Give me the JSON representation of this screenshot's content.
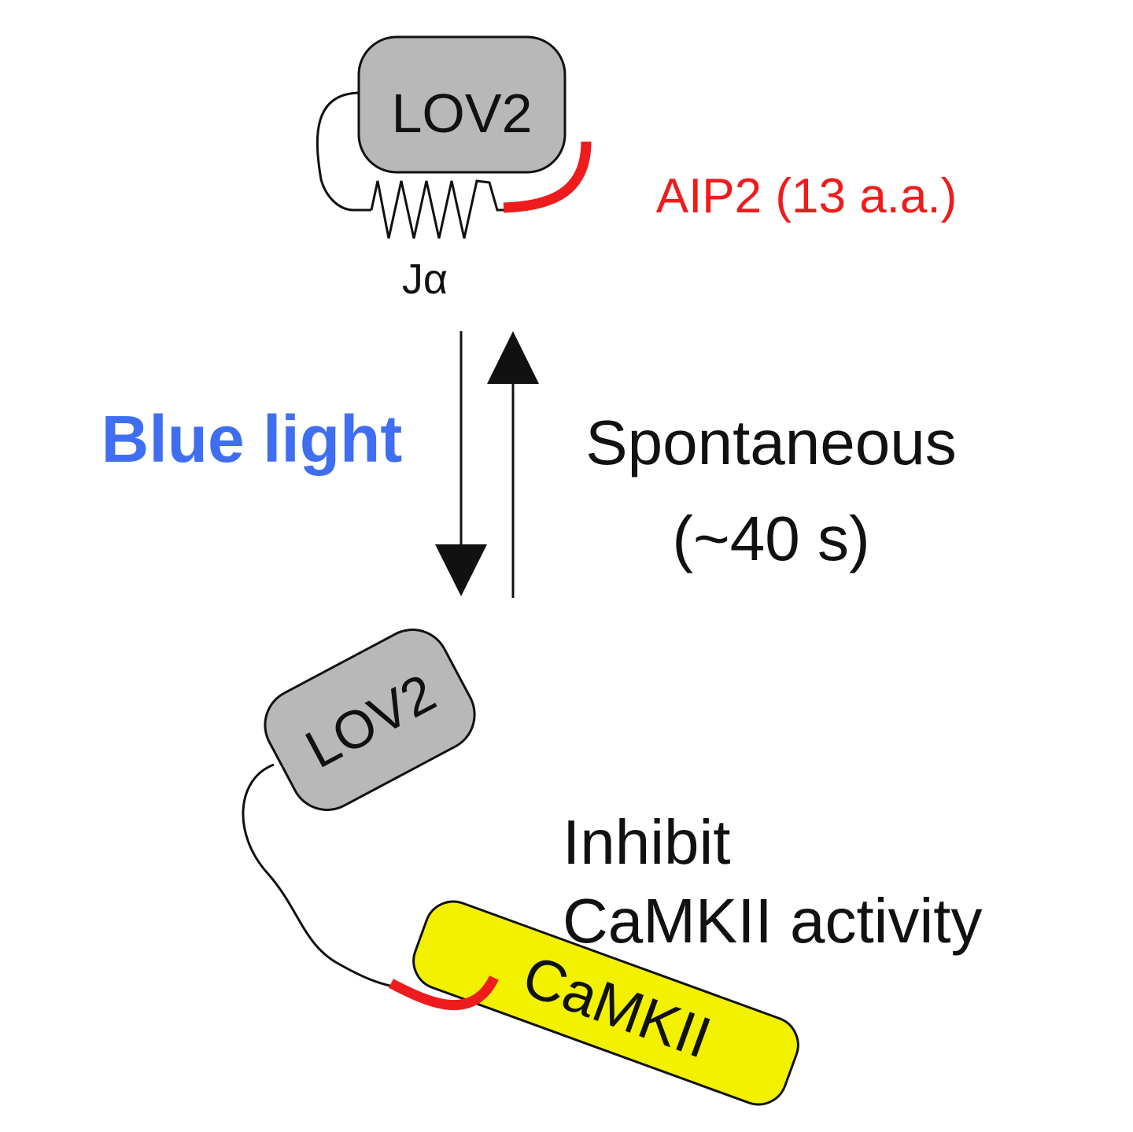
{
  "top_state": {
    "domain_label": "LOV2",
    "helix_label": "Jα",
    "peptide_label": "AIP2 (13 a.a.)"
  },
  "transition": {
    "forward_label": "Blue light",
    "reverse_label_line1": "Spontaneous",
    "reverse_label_line2": "(~40 s)"
  },
  "bottom_state": {
    "domain_label": "LOV2",
    "target_label": "CaMKII",
    "effect_line1": "Inhibit",
    "effect_line2": "CaMKII activity"
  },
  "colors": {
    "domain_fill": "#b8b8b8",
    "peptide": "#ee1c1c",
    "blue_light": "#3f6ef0",
    "camkii_fill": "#f2f200",
    "ink": "#111111"
  }
}
